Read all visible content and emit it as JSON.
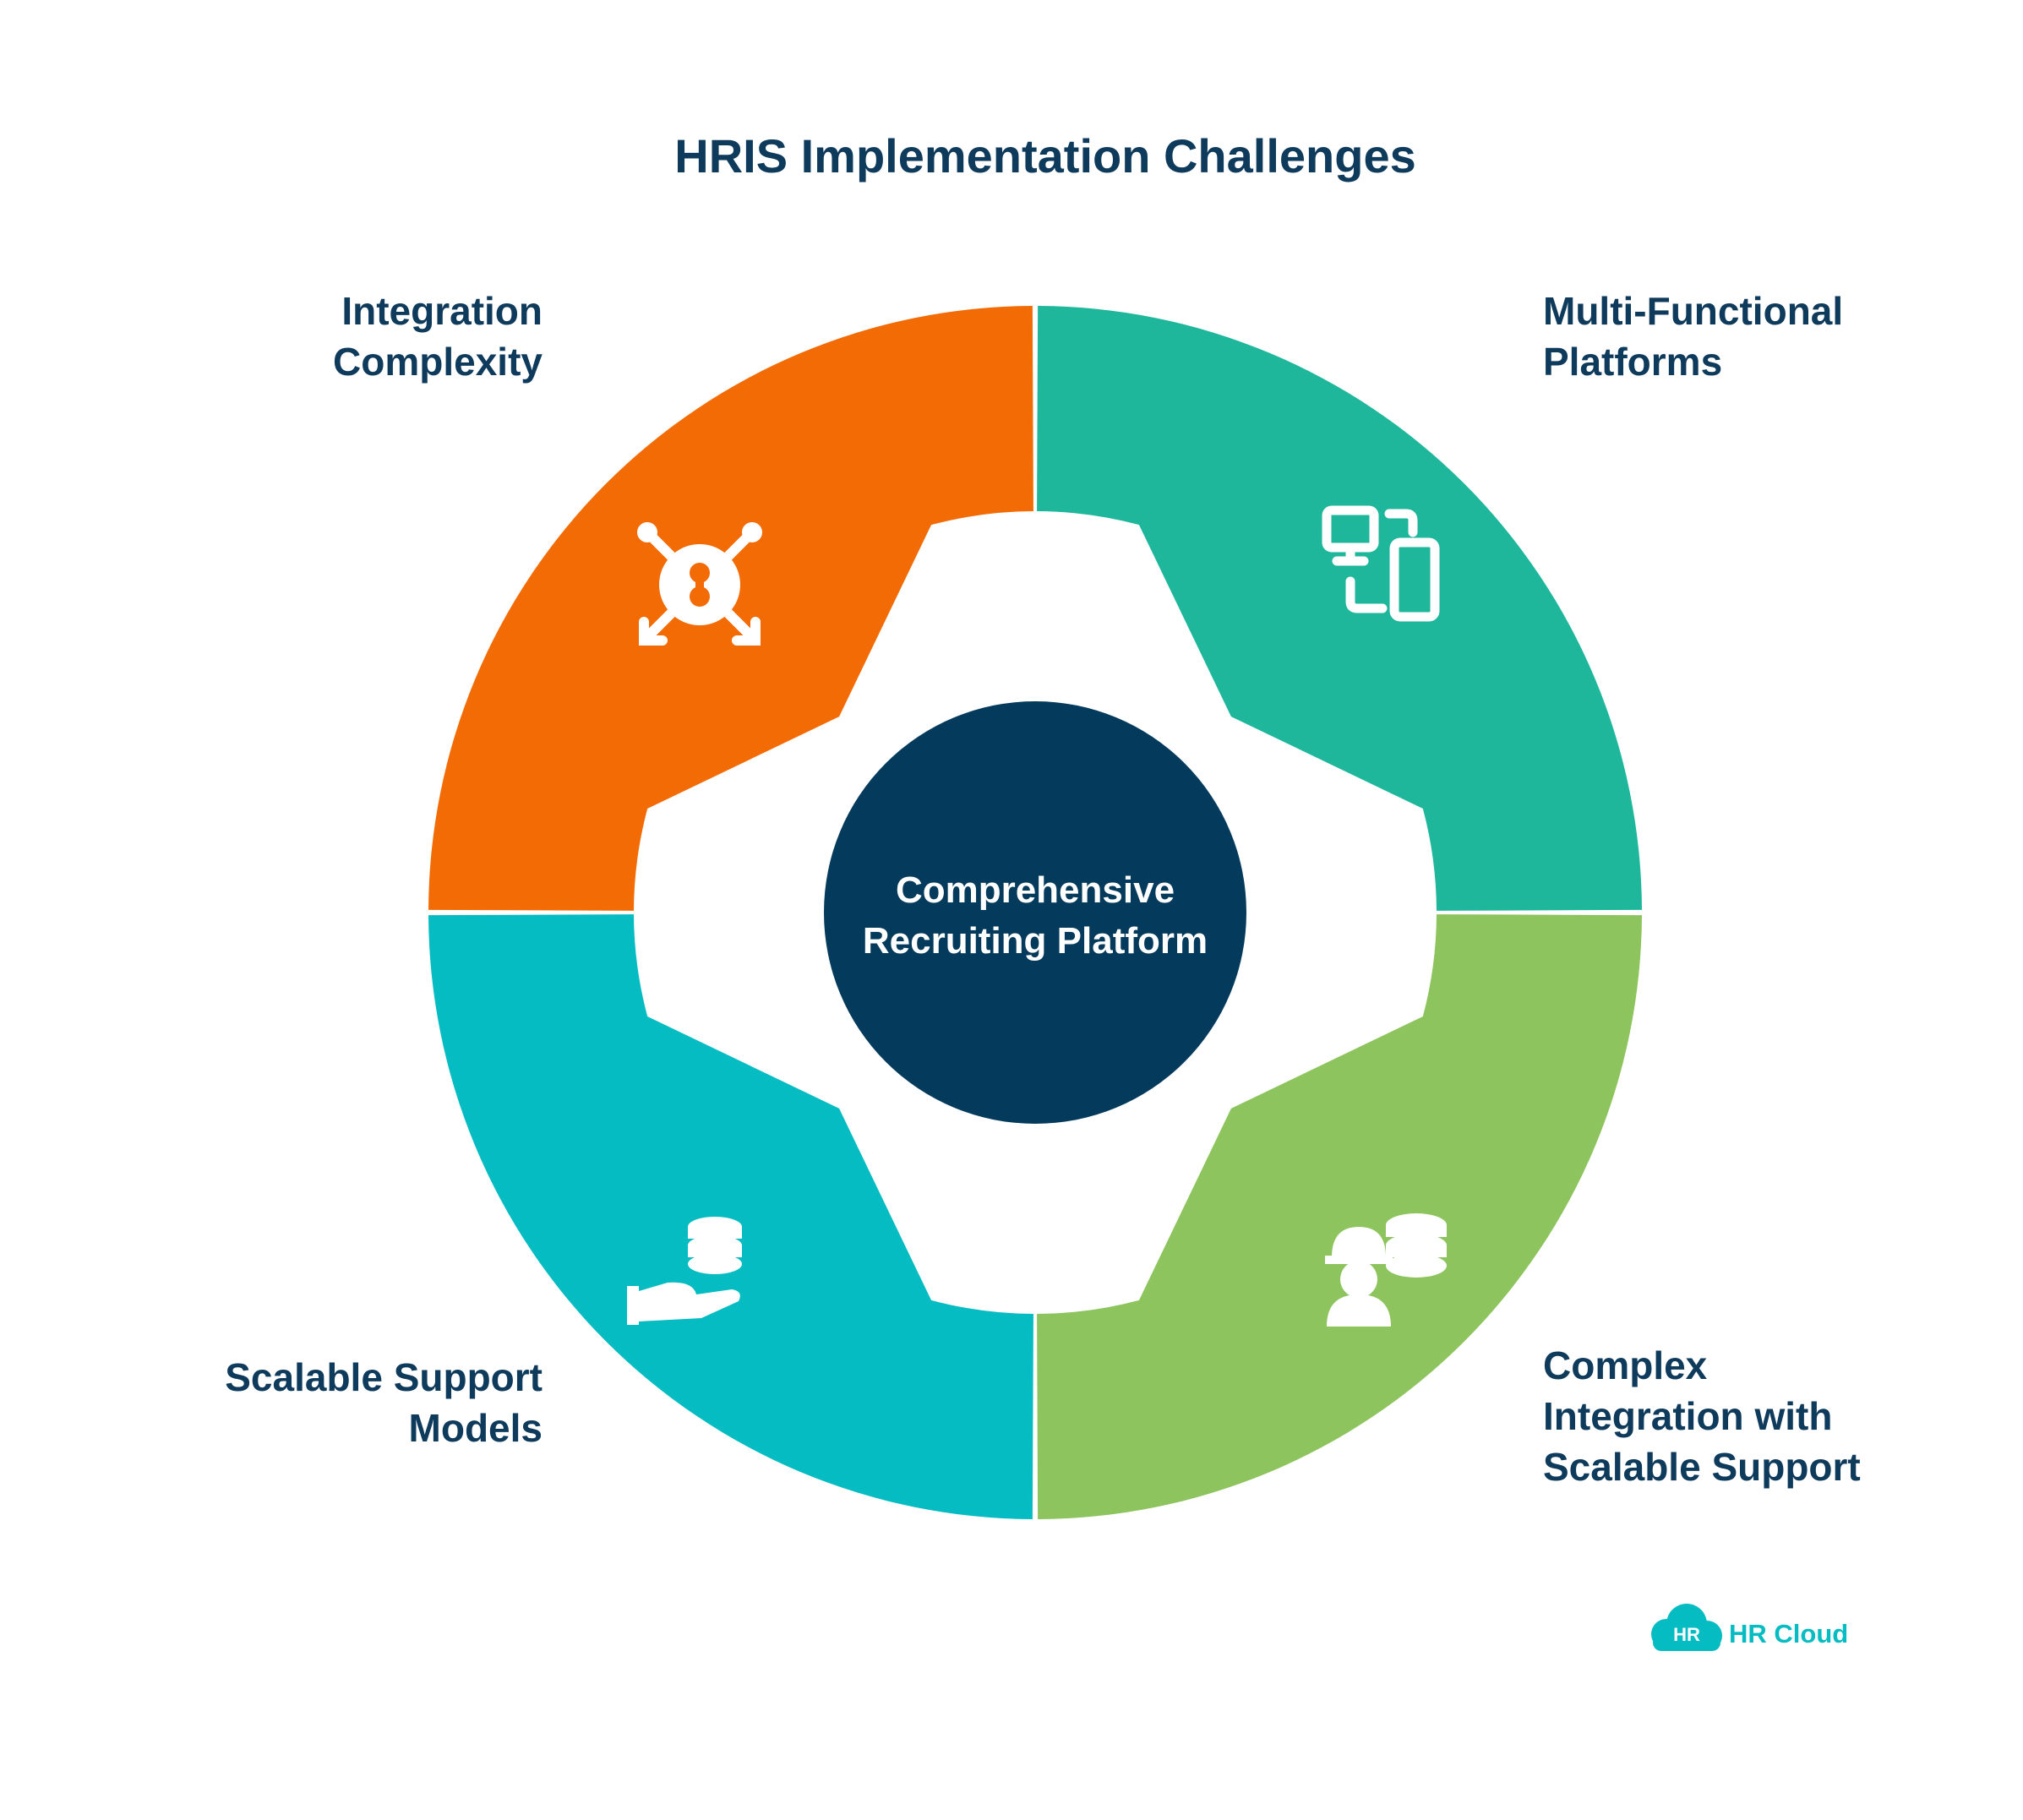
{
  "title": "HRIS Implementation Challenges",
  "center": {
    "lines": [
      "Comprehensive",
      "Recruiting Platform"
    ],
    "color": "#043b5c"
  },
  "segments": [
    {
      "id": "tl",
      "lines": [
        "Integration",
        "Complexity"
      ],
      "color": "#f26b05",
      "icon": "network-hub-icon"
    },
    {
      "id": "tr",
      "lines": [
        "Multi-Functional",
        "Platforms"
      ],
      "color": "#1eb79c",
      "icon": "devices-sync-icon"
    },
    {
      "id": "br",
      "lines": [
        "Complex",
        "Integration with",
        "Scalable Support"
      ],
      "color": "#8dc45d",
      "icon": "engineer-database-icon"
    },
    {
      "id": "bl",
      "lines": [
        "Scalable Support",
        "Models"
      ],
      "color": "#05bcc3",
      "icon": "hand-database-icon"
    }
  ],
  "logo": {
    "badge": "HR",
    "text": "HR Cloud",
    "color": "#05bcc3"
  },
  "text_color": "#0e3a5c"
}
